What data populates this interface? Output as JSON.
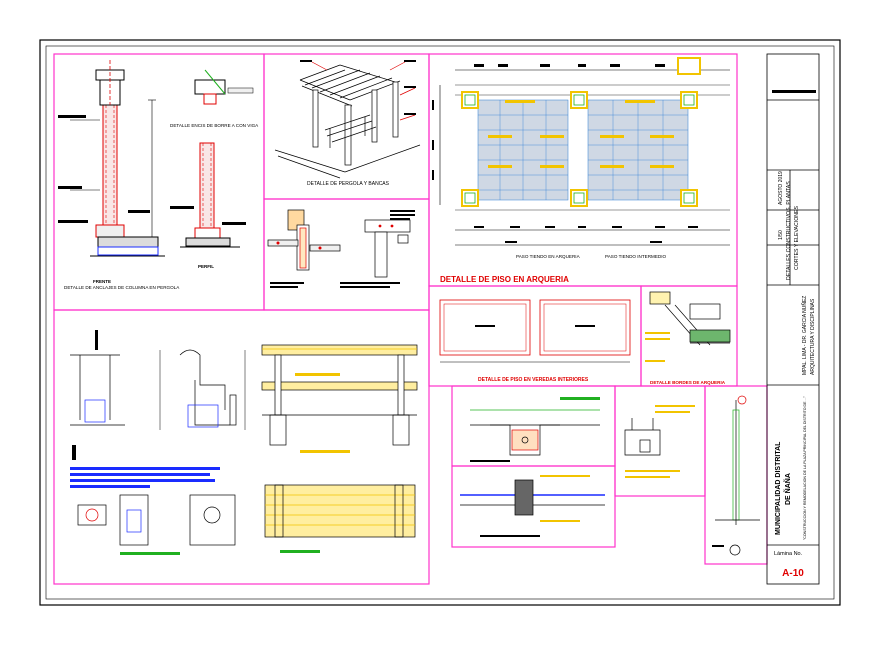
{
  "labels": {
    "pergola_detail": "DETALLE DE PERGOLA Y BANCAS",
    "column_detail": "DETALLE DE ANCLAJES DE COLUMNA EN PERGOLA",
    "frente": "FRENTE",
    "perfil": "PERFIL",
    "bench_viga_detail": "DETALLE ENCIS DE BORRE A CON VIGA",
    "arqueria_title": "DETALLE DE PISO EN ARQUERIA",
    "vereda_detail": "DETALLE DE PISO EN VEREDAS INTERIORES",
    "arqueria_edge": "DETALLE BORDES DE ARQUERIA",
    "paso_tienda": "PASO TIENDO EN ARQUERIA",
    "paso_interior": "PASO TIENDO INTERMEDIO"
  },
  "title_block": {
    "owner_line1": "MUNICIPALIDAD DISTRITAL",
    "owner_line2": "DE ÑAÑA",
    "project": "\"CONSTRUCCION Y REMODELACION DE LA PLAZA PRINCIPAL DEL DISTRITO DE ...\"",
    "sheet_desc_1": "DETALLES CONSTRUCTIVOS, PLANTAS",
    "sheet_desc_2": "CORTES Y ELEVACIONES",
    "sheet_desc_3": "MPAL. LIMA - DR. GARCIA NUÑEZ",
    "sheet_desc_4": "ARQUITECTURA Y DISCIPLINAS",
    "escala": "1/50",
    "fecha": "AGOSTO 2019",
    "lamina_label": "Lámina No.",
    "lamina_number": "A-10"
  },
  "colors": {
    "frame": "#ff33cc",
    "concrete": "#e00000",
    "green": "#20b020",
    "yellow": "#f2c400",
    "blue": "#1a2cff",
    "paving": "#2e7fd6"
  }
}
